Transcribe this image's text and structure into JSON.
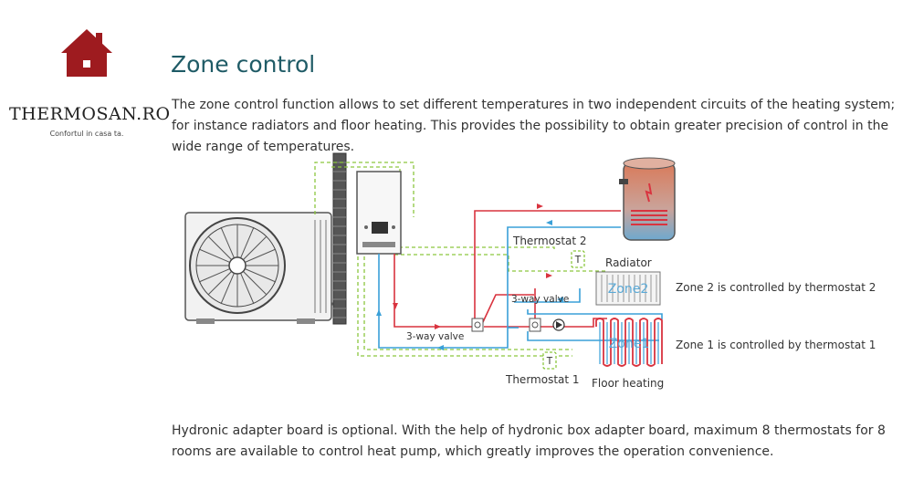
{
  "brand": {
    "name": "THERMOSAN.RO",
    "tagline": "Confortul in casa ta."
  },
  "title": "Zone control",
  "intro": "The zone control function allows to set different temperatures in two independent circuits of the heating system; for instance radiators and floor heating. This provides the possibility to obtain greater precision of control in the wide range of temperatures.",
  "diagram": {
    "thermostat_2": "Thermostat 2",
    "radiator": "Radiator",
    "zone_2_text": "Zone 2 is controlled by thermostat 2",
    "three_way_valve_upper": "3-way valve",
    "three_way_valve_lower": "3-way valve",
    "zone_1_text": "Zone 1 is controlled by thermostat 1",
    "thermostat_1": "Thermostat 1",
    "floor_heating": "Floor heating",
    "zone_2_label": "Zone2",
    "zone_1_label": "Zone1",
    "thermostat_symbol": "T",
    "hot_color": "#d9333f",
    "cold_color": "#3aa0d8",
    "signal_color": "#8cc63f"
  },
  "footer": "Hydronic adapter board is optional. With the help of hydronic box adapter board, maximum 8 thermostats for 8 rooms are available to control heat pump, which greatly improves the operation convenience."
}
